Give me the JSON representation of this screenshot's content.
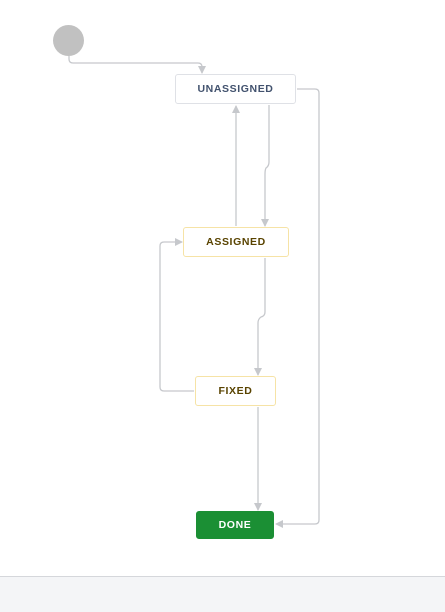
{
  "workflow": {
    "statuses": [
      {
        "id": "unassigned",
        "label": "UNASSIGNED",
        "category": "todo"
      },
      {
        "id": "assigned",
        "label": "ASSIGNED",
        "category": "in-progress"
      },
      {
        "id": "fixed",
        "label": "FIXED",
        "category": "in-progress"
      },
      {
        "id": "done",
        "label": "DONE",
        "category": "done"
      }
    ],
    "transitions": [
      {
        "from": "start",
        "to": "unassigned"
      },
      {
        "from": "unassigned",
        "to": "assigned"
      },
      {
        "from": "assigned",
        "to": "unassigned"
      },
      {
        "from": "assigned",
        "to": "fixed"
      },
      {
        "from": "fixed",
        "to": "assigned"
      },
      {
        "from": "fixed",
        "to": "done"
      },
      {
        "from": "unassigned",
        "to": "done"
      }
    ]
  },
  "colors": {
    "start_node": "#c1c1c1",
    "connector": "#c6c8cc",
    "todo_border": "#dfe1e6",
    "todo_text": "#42526e",
    "in_progress_border": "#f6e3a6",
    "in_progress_text": "#594300",
    "done_fill": "#1b8f34",
    "done_text": "#ffffff"
  }
}
